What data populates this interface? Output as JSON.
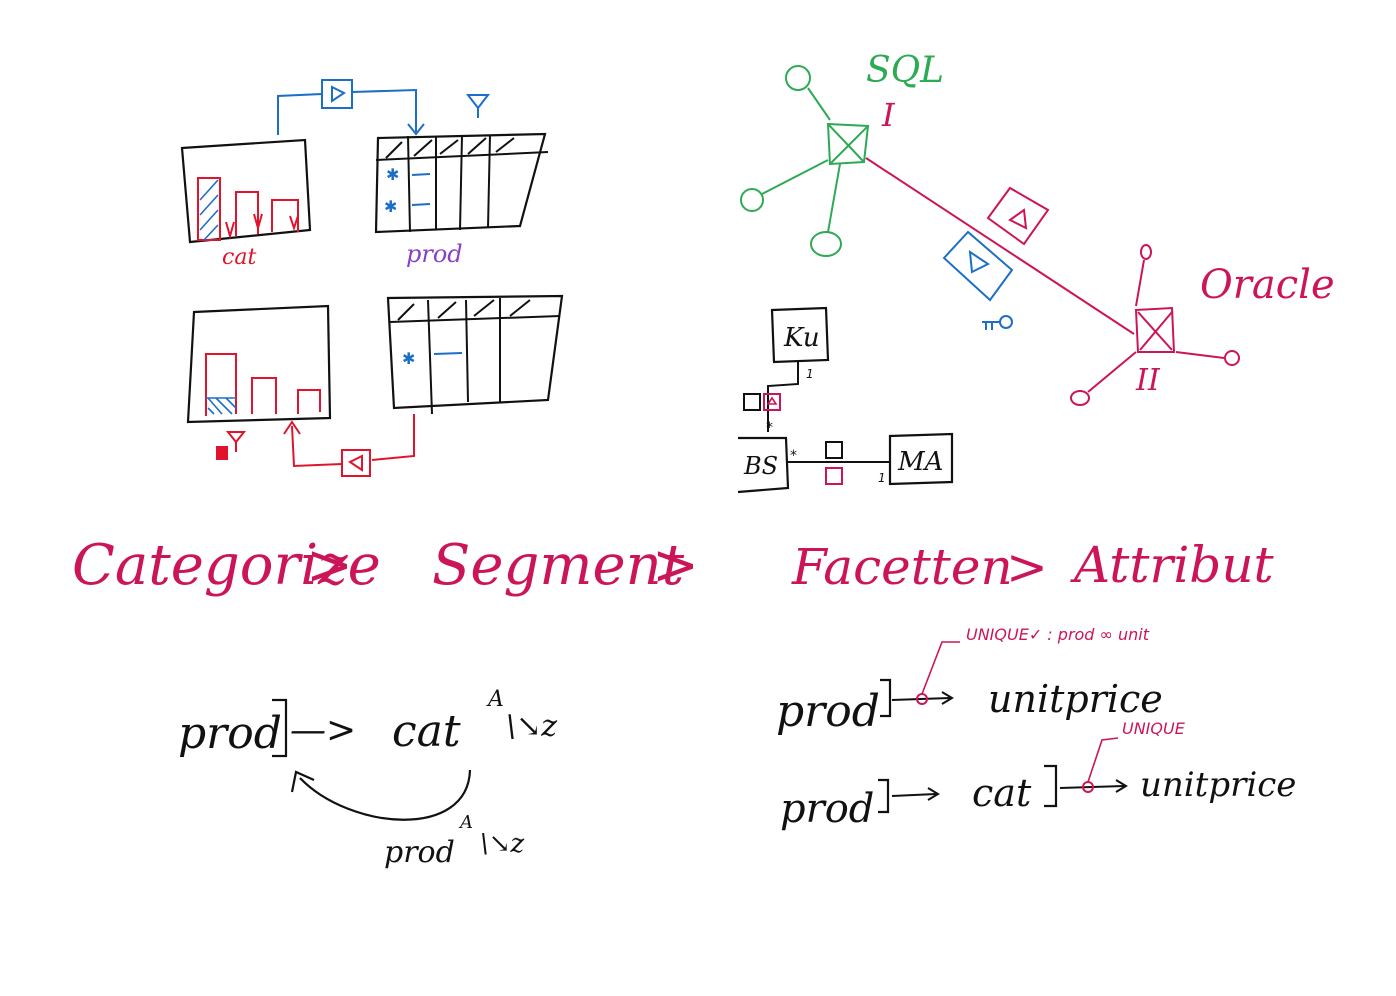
{
  "colors": {
    "ink": "#111111",
    "red": "#e0142c",
    "blue": "#1c6fc7",
    "purple": "#8a3fc4",
    "green": "#2eaa55",
    "magenta": "#cc1559"
  },
  "sketch_top_left": {
    "chart_label": "cat",
    "table_label": "prod"
  },
  "sketch_top_right": {
    "server_1_name": "SQL",
    "server_1_numeral": "I",
    "server_2_name": "Oracle",
    "server_2_numeral": "II"
  },
  "sketch_middle": {
    "entity_top": "Ku",
    "entity_left": "BS",
    "entity_right": "MA",
    "card_top_one": "1",
    "card_many_vertical": "*",
    "card_many_horizontal": "*",
    "card_right_one": "1"
  },
  "headline": {
    "step_1": "Categorize",
    "sep_1": ">",
    "step_2": "Segment",
    "sep_2": ">",
    "step_3": "Facetten",
    "sep_3": ">",
    "step_4": "Attribut"
  },
  "formula_left": {
    "source": "prod",
    "arrow": "—>",
    "target": "cat",
    "sort_sup": "A",
    "sort_tail": "\\↘z",
    "loop_source": "prod",
    "loop_sup": "A",
    "loop_tail": "\\↘z"
  },
  "formula_right": {
    "row_1_source": "prod",
    "row_1_target": "unitprice",
    "row_1_note": "UNIQUE✓ : prod ∞ unit",
    "row_2_source": "prod",
    "row_2_middle": "cat",
    "row_2_target": "unitprice",
    "row_2_note": "UNIQUE"
  }
}
